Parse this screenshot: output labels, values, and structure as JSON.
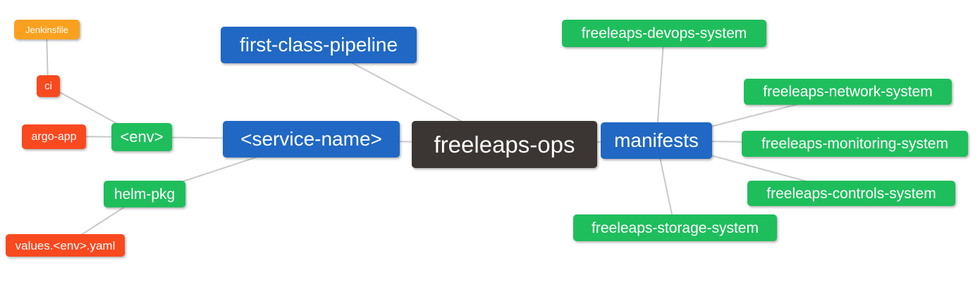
{
  "diagram": {
    "type": "mindmap",
    "root_label": "freeleaps-ops"
  },
  "colors": {
    "root_bg": "#3b3633",
    "primary_bg": "#2068c4",
    "green_bg": "#1fbe5c",
    "orange_bg": "#f9a11f",
    "red_bg": "#f9491f",
    "text": "#ffffff",
    "edge": "#c9c9c9",
    "background": "#ffffff"
  },
  "nodes": [
    {
      "id": "jenkinsfile",
      "label": "Jenkinsfile",
      "color": "orange"
    },
    {
      "id": "ci",
      "label": "ci",
      "color": "red"
    },
    {
      "id": "argo-app",
      "label": "argo-app",
      "color": "red"
    },
    {
      "id": "env",
      "label": "<env>",
      "color": "green"
    },
    {
      "id": "helm-pkg",
      "label": "helm-pkg",
      "color": "green"
    },
    {
      "id": "values-env-yaml",
      "label": "values.<env>.yaml",
      "color": "red"
    },
    {
      "id": "first-class-pipeline",
      "label": "first-class-pipeline",
      "color": "blue"
    },
    {
      "id": "service-name",
      "label": "<service-name>",
      "color": "blue"
    },
    {
      "id": "freeleaps-ops",
      "label": "freeleaps-ops",
      "color": "root"
    },
    {
      "id": "manifests",
      "label": "manifests",
      "color": "blue"
    },
    {
      "id": "devops-system",
      "label": "freeleaps-devops-system",
      "color": "green"
    },
    {
      "id": "network-system",
      "label": "freeleaps-network-system",
      "color": "green"
    },
    {
      "id": "monitoring-system",
      "label": "freeleaps-monitoring-system",
      "color": "green"
    },
    {
      "id": "controls-system",
      "label": "freeleaps-controls-system",
      "color": "green"
    },
    {
      "id": "storage-system",
      "label": "freeleaps-storage-system",
      "color": "green"
    }
  ],
  "edges": [
    {
      "from": "jenkinsfile",
      "to": "ci"
    },
    {
      "from": "ci",
      "to": "env"
    },
    {
      "from": "argo-app",
      "to": "env"
    },
    {
      "from": "env",
      "to": "service-name"
    },
    {
      "from": "helm-pkg",
      "to": "service-name"
    },
    {
      "from": "values-env-yaml",
      "to": "helm-pkg"
    },
    {
      "from": "first-class-pipeline",
      "to": "freeleaps-ops"
    },
    {
      "from": "service-name",
      "to": "freeleaps-ops"
    },
    {
      "from": "freeleaps-ops",
      "to": "manifests"
    },
    {
      "from": "manifests",
      "to": "devops-system"
    },
    {
      "from": "manifests",
      "to": "network-system"
    },
    {
      "from": "manifests",
      "to": "monitoring-system"
    },
    {
      "from": "manifests",
      "to": "controls-system"
    },
    {
      "from": "manifests",
      "to": "storage-system"
    }
  ]
}
